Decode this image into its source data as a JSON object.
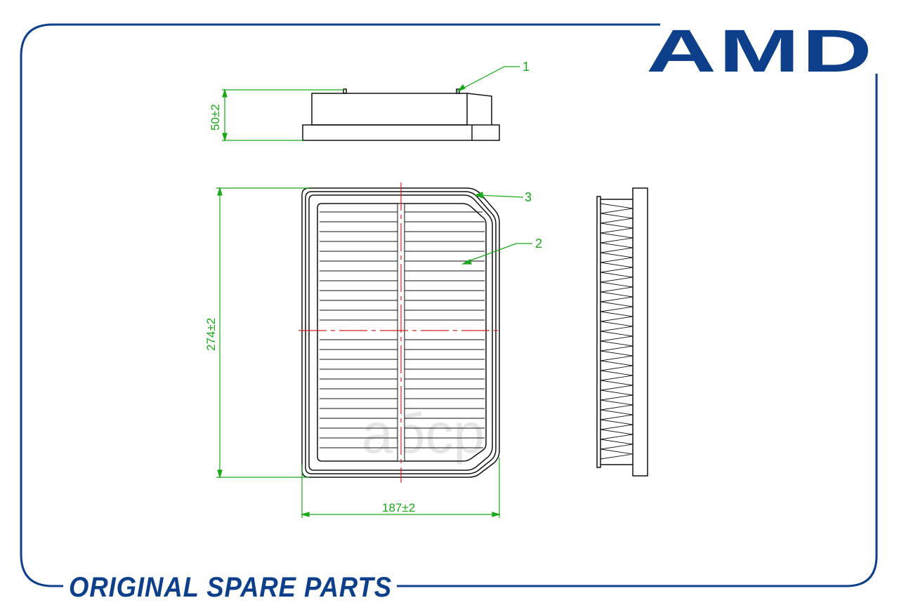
{
  "brand": {
    "logo": "AMD",
    "color": "#0d3f8a"
  },
  "footer": {
    "tagline": "ORIGINAL SPARE PARTS"
  },
  "dimensions": {
    "height": "50±2",
    "length": "274±2",
    "width": "187±2"
  },
  "callouts": {
    "c1": "1",
    "c2": "2",
    "c3": "3"
  },
  "watermark": "aбcp",
  "colors": {
    "dimension": "#1aa81a",
    "centerline": "#d42020",
    "outline": "#111111",
    "frame": "#0d3f8a"
  }
}
